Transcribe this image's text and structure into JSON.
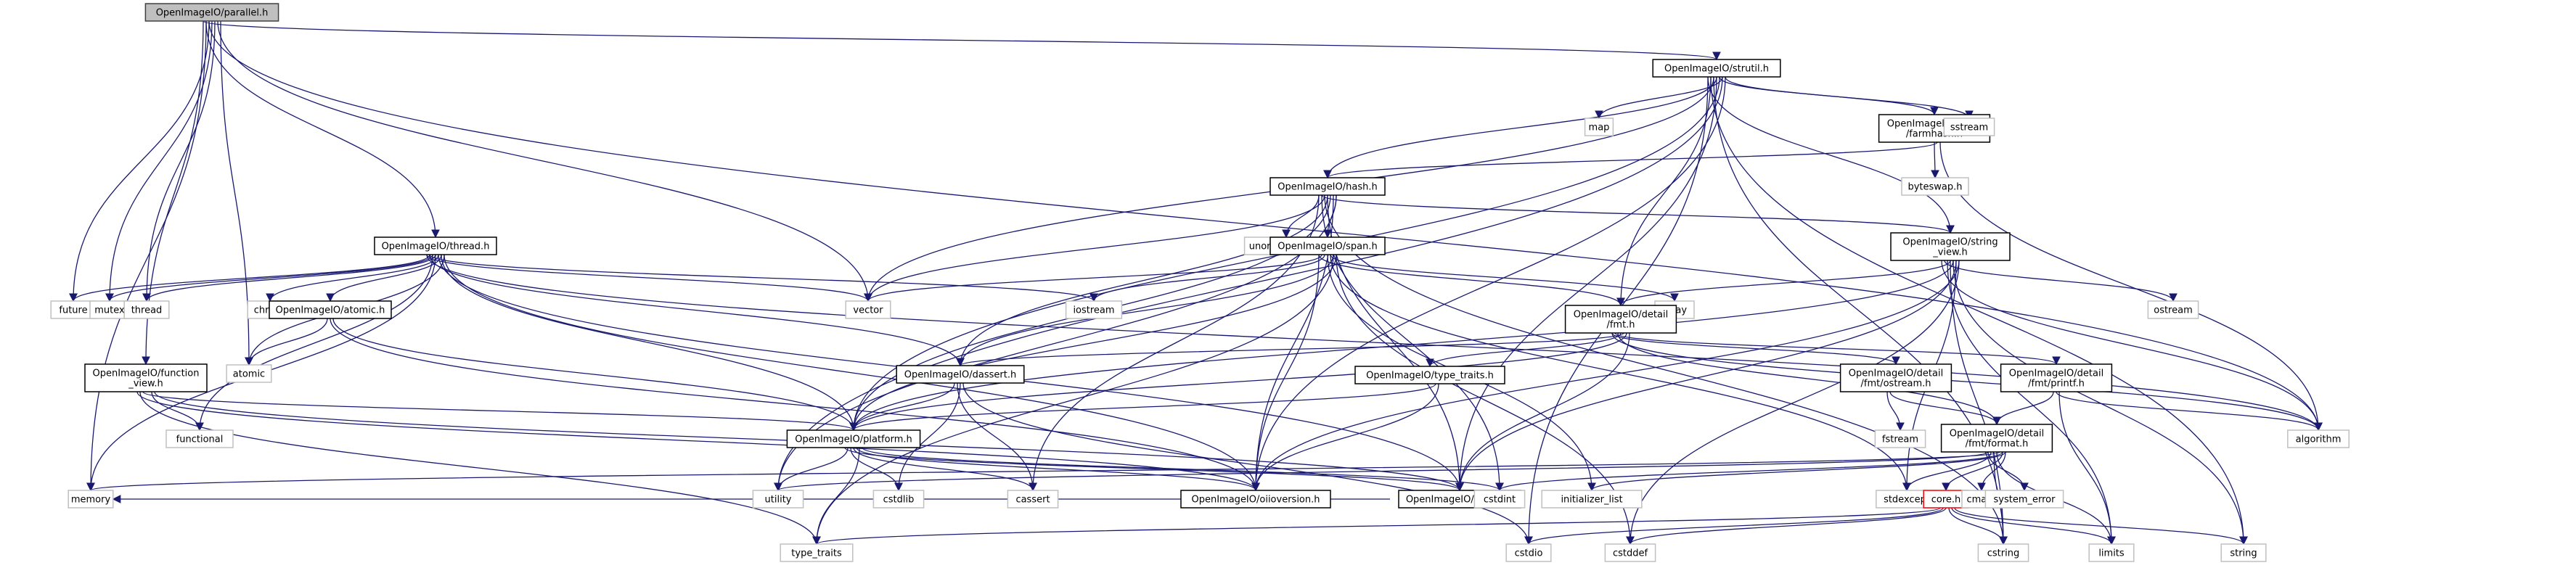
{
  "title": "OpenImageIO/parallel.h include dependency graph",
  "colors": {
    "edge": "#191970",
    "root_fill": "#bfbfbf",
    "root_border": "#404040",
    "internal_border": "#000000",
    "external_border": "#c0c0c0",
    "undocumented_border": "#ff0000",
    "node_fill": "#ffffff"
  },
  "nodes": [
    {
      "id": "parallel",
      "label": [
        "OpenImageIO/parallel.h"
      ],
      "kind": "root"
    },
    {
      "id": "strutil",
      "label": [
        "OpenImageIO/strutil.h"
      ],
      "kind": "internal"
    },
    {
      "id": "farmhash",
      "label": [
        "OpenImageIO/detail",
        "/farmhash.h"
      ],
      "kind": "internal"
    },
    {
      "id": "map",
      "label": [
        "map"
      ],
      "kind": "external"
    },
    {
      "id": "sstream",
      "label": [
        "sstream"
      ],
      "kind": "external"
    },
    {
      "id": "byteswap",
      "label": [
        "byteswap.h"
      ],
      "kind": "external"
    },
    {
      "id": "hash",
      "label": [
        "OpenImageIO/hash.h"
      ],
      "kind": "internal"
    },
    {
      "id": "string_view",
      "label": [
        "OpenImageIO/string",
        "_view.h"
      ],
      "kind": "internal"
    },
    {
      "id": "unordered_map",
      "label": [
        "unordered_map"
      ],
      "kind": "external"
    },
    {
      "id": "span",
      "label": [
        "OpenImageIO/span.h"
      ],
      "kind": "internal"
    },
    {
      "id": "thread_h",
      "label": [
        "OpenImageIO/thread.h"
      ],
      "kind": "internal"
    },
    {
      "id": "future",
      "label": [
        "future"
      ],
      "kind": "external"
    },
    {
      "id": "mutex",
      "label": [
        "mutex"
      ],
      "kind": "external"
    },
    {
      "id": "thread",
      "label": [
        "thread"
      ],
      "kind": "external"
    },
    {
      "id": "chrono",
      "label": [
        "chrono"
      ],
      "kind": "external"
    },
    {
      "id": "atomic_h",
      "label": [
        "OpenImageIO/atomic.h"
      ],
      "kind": "internal"
    },
    {
      "id": "vector",
      "label": [
        "vector"
      ],
      "kind": "external"
    },
    {
      "id": "iostream",
      "label": [
        "iostream"
      ],
      "kind": "external"
    },
    {
      "id": "array",
      "label": [
        "array"
      ],
      "kind": "external"
    },
    {
      "id": "fmt",
      "label": [
        "OpenImageIO/detail",
        "/fmt.h"
      ],
      "kind": "internal"
    },
    {
      "id": "ostream",
      "label": [
        "ostream"
      ],
      "kind": "external"
    },
    {
      "id": "atomic",
      "label": [
        "atomic"
      ],
      "kind": "external"
    },
    {
      "id": "function_view",
      "label": [
        "OpenImageIO/function",
        "_view.h"
      ],
      "kind": "internal"
    },
    {
      "id": "dassert",
      "label": [
        "OpenImageIO/dassert.h"
      ],
      "kind": "internal"
    },
    {
      "id": "type_traits_h",
      "label": [
        "OpenImageIO/type_traits.h"
      ],
      "kind": "internal"
    },
    {
      "id": "fmt_ostream",
      "label": [
        "OpenImageIO/detail",
        "/fmt/ostream.h"
      ],
      "kind": "internal"
    },
    {
      "id": "fmt_printf",
      "label": [
        "OpenImageIO/detail",
        "/fmt/printf.h"
      ],
      "kind": "internal"
    },
    {
      "id": "algorithm",
      "label": [
        "algorithm"
      ],
      "kind": "external"
    },
    {
      "id": "functional",
      "label": [
        "functional"
      ],
      "kind": "external"
    },
    {
      "id": "platform",
      "label": [
        "OpenImageIO/platform.h"
      ],
      "kind": "internal"
    },
    {
      "id": "fstream",
      "label": [
        "fstream"
      ],
      "kind": "external"
    },
    {
      "id": "fmt_format",
      "label": [
        "OpenImageIO/detail",
        "/fmt/format.h"
      ],
      "kind": "internal"
    },
    {
      "id": "memory",
      "label": [
        "memory"
      ],
      "kind": "external"
    },
    {
      "id": "export",
      "label": [
        "OpenImageIO/export.h"
      ],
      "kind": "internal"
    },
    {
      "id": "utility",
      "label": [
        "utility"
      ],
      "kind": "external"
    },
    {
      "id": "cstdlib",
      "label": [
        "cstdlib"
      ],
      "kind": "external"
    },
    {
      "id": "cassert",
      "label": [
        "cassert"
      ],
      "kind": "external"
    },
    {
      "id": "oiioversion",
      "label": [
        "OpenImageIO/oiioversion.h"
      ],
      "kind": "internal"
    },
    {
      "id": "cstdint",
      "label": [
        "cstdint"
      ],
      "kind": "external"
    },
    {
      "id": "initializer_list",
      "label": [
        "initializer_list"
      ],
      "kind": "external"
    },
    {
      "id": "stdexcept",
      "label": [
        "stdexcept"
      ],
      "kind": "external"
    },
    {
      "id": "core",
      "label": [
        "core.h"
      ],
      "kind": "undocumented"
    },
    {
      "id": "cmath",
      "label": [
        "cmath"
      ],
      "kind": "external"
    },
    {
      "id": "system_error",
      "label": [
        "system_error"
      ],
      "kind": "external"
    },
    {
      "id": "type_traits",
      "label": [
        "type_traits"
      ],
      "kind": "external"
    },
    {
      "id": "cstdio",
      "label": [
        "cstdio"
      ],
      "kind": "external"
    },
    {
      "id": "cstddef",
      "label": [
        "cstddef"
      ],
      "kind": "external"
    },
    {
      "id": "cstring",
      "label": [
        "cstring"
      ],
      "kind": "external"
    },
    {
      "id": "limits",
      "label": [
        "limits"
      ],
      "kind": "external"
    },
    {
      "id": "string",
      "label": [
        "string"
      ],
      "kind": "external"
    }
  ],
  "edges": [
    [
      "parallel",
      "strutil"
    ],
    [
      "parallel",
      "thread_h"
    ],
    [
      "parallel",
      "future"
    ],
    [
      "parallel",
      "mutex"
    ],
    [
      "parallel",
      "thread"
    ],
    [
      "parallel",
      "vector"
    ],
    [
      "parallel",
      "atomic"
    ],
    [
      "parallel",
      "function_view"
    ],
    [
      "parallel",
      "memory"
    ],
    [
      "parallel",
      "algorithm"
    ],
    [
      "strutil",
      "hash"
    ],
    [
      "strutil",
      "farmhash"
    ],
    [
      "strutil",
      "map"
    ],
    [
      "strutil",
      "sstream"
    ],
    [
      "strutil",
      "string_view"
    ],
    [
      "strutil",
      "fmt"
    ],
    [
      "strutil",
      "vector"
    ],
    [
      "strutil",
      "export"
    ],
    [
      "strutil",
      "platform"
    ],
    [
      "strutil",
      "utility"
    ],
    [
      "strutil",
      "oiioversion"
    ],
    [
      "strutil",
      "cstdio"
    ],
    [
      "strutil",
      "string"
    ],
    [
      "strutil",
      "cstring"
    ],
    [
      "farmhash",
      "byteswap"
    ],
    [
      "farmhash",
      "hash"
    ],
    [
      "farmhash",
      "algorithm"
    ],
    [
      "hash",
      "span"
    ],
    [
      "hash",
      "unordered_map"
    ],
    [
      "hash",
      "string_view"
    ],
    [
      "hash",
      "vector"
    ],
    [
      "hash",
      "export"
    ],
    [
      "hash",
      "platform"
    ],
    [
      "hash",
      "oiioversion"
    ],
    [
      "hash",
      "utility"
    ],
    [
      "hash",
      "cassert"
    ],
    [
      "hash",
      "cstdint"
    ],
    [
      "hash",
      "cstring"
    ],
    [
      "hash",
      "dassert"
    ],
    [
      "span",
      "array"
    ],
    [
      "span",
      "dassert"
    ],
    [
      "span",
      "platform"
    ],
    [
      "span",
      "oiioversion"
    ],
    [
      "span",
      "vector"
    ],
    [
      "span",
      "iostream"
    ],
    [
      "span",
      "initializer_list"
    ],
    [
      "span",
      "stdexcept"
    ],
    [
      "span",
      "type_traits"
    ],
    [
      "span",
      "cstddef"
    ],
    [
      "span",
      "fmt"
    ],
    [
      "thread_h",
      "future"
    ],
    [
      "thread_h",
      "mutex"
    ],
    [
      "thread_h",
      "thread"
    ],
    [
      "thread_h",
      "chrono"
    ],
    [
      "thread_h",
      "atomic_h"
    ],
    [
      "thread_h",
      "atomic"
    ],
    [
      "thread_h",
      "vector"
    ],
    [
      "thread_h",
      "iostream"
    ],
    [
      "thread_h",
      "functional"
    ],
    [
      "thread_h",
      "memory"
    ],
    [
      "thread_h",
      "export"
    ],
    [
      "thread_h",
      "platform"
    ],
    [
      "thread_h",
      "oiioversion"
    ],
    [
      "thread_h",
      "algorithm"
    ],
    [
      "thread_h",
      "dassert"
    ],
    [
      "atomic_h",
      "atomic"
    ],
    [
      "atomic_h",
      "oiioversion"
    ],
    [
      "atomic_h",
      "platform"
    ],
    [
      "function_view",
      "functional"
    ],
    [
      "function_view",
      "export"
    ],
    [
      "function_view",
      "oiioversion"
    ],
    [
      "function_view",
      "type_traits"
    ],
    [
      "function_view",
      "platform"
    ],
    [
      "string_view",
      "fmt"
    ],
    [
      "string_view",
      "platform"
    ],
    [
      "string_view",
      "export"
    ],
    [
      "string_view",
      "oiioversion"
    ],
    [
      "string_view",
      "algorithm"
    ],
    [
      "string_view",
      "ostream"
    ],
    [
      "string_view",
      "limits"
    ],
    [
      "string_view",
      "cstring"
    ],
    [
      "string_view",
      "string"
    ],
    [
      "string_view",
      "stdexcept"
    ],
    [
      "string_view",
      "cstddef"
    ],
    [
      "fmt",
      "fmt_ostream"
    ],
    [
      "fmt",
      "fmt_printf"
    ],
    [
      "fmt",
      "fmt_format"
    ],
    [
      "fmt",
      "type_traits_h"
    ],
    [
      "fmt",
      "dassert"
    ],
    [
      "fmt",
      "platform"
    ],
    [
      "fmt",
      "export"
    ],
    [
      "fmt",
      "algorithm"
    ],
    [
      "dassert",
      "platform"
    ],
    [
      "dassert",
      "cassert"
    ],
    [
      "dassert",
      "cstdlib"
    ],
    [
      "dassert",
      "cstdio"
    ],
    [
      "type_traits_h",
      "platform"
    ],
    [
      "type_traits_h",
      "oiioversion"
    ],
    [
      "fmt_ostream",
      "fstream"
    ],
    [
      "fmt_ostream",
      "fmt_format"
    ],
    [
      "fmt_printf",
      "fmt_format"
    ],
    [
      "fmt_printf",
      "algorithm"
    ],
    [
      "fmt_printf",
      "limits"
    ],
    [
      "fmt_format",
      "core"
    ],
    [
      "fmt_format",
      "cmath"
    ],
    [
      "fmt_format",
      "system_error"
    ],
    [
      "fmt_format",
      "stdexcept"
    ],
    [
      "fmt_format",
      "cstring"
    ],
    [
      "fmt_format",
      "limits"
    ],
    [
      "fmt_format",
      "memory"
    ],
    [
      "fmt_format",
      "cstdint"
    ],
    [
      "fmt_format",
      "initializer_list"
    ],
    [
      "fmt_format",
      "utility"
    ],
    [
      "core",
      "type_traits"
    ],
    [
      "core",
      "cstdio"
    ],
    [
      "core",
      "cstddef"
    ],
    [
      "core",
      "cstring"
    ],
    [
      "core",
      "limits"
    ],
    [
      "core",
      "string"
    ],
    [
      "platform",
      "export"
    ],
    [
      "platform",
      "utility"
    ],
    [
      "platform",
      "cstdlib"
    ],
    [
      "platform",
      "cassert"
    ],
    [
      "platform",
      "oiioversion"
    ],
    [
      "platform",
      "type_traits"
    ],
    [
      "platform",
      "cstdint"
    ],
    [
      "export",
      "memory"
    ]
  ]
}
